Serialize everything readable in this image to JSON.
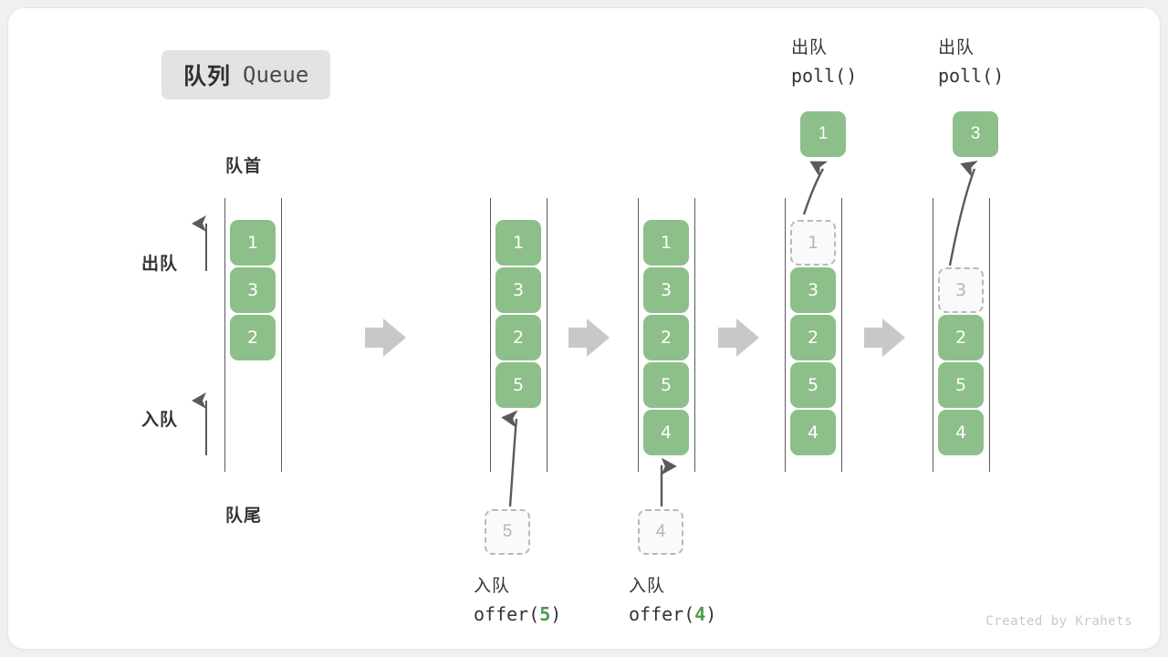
{
  "title": {
    "cn": "队列",
    "en": "Queue"
  },
  "labels": {
    "front": "队首",
    "rear": "队尾",
    "dequeue": "出队",
    "enqueue": "入队"
  },
  "colors": {
    "element_fill": "#8cbf8a",
    "element_text": "#ffffff",
    "ghost_border": "#b9b9b9",
    "ghost_text": "#b5b5b5",
    "rail": "#5a5a5a",
    "step_arrow": "#c8c8c8",
    "accent_arg": "#4f9a4f",
    "badge_bg": "#e3e3e3"
  },
  "stages": [
    {
      "id": "initial",
      "elements": [
        "1",
        "3",
        "2"
      ],
      "ghost_index": null,
      "side_labels": {
        "dequeue": "出队",
        "enqueue": "入队"
      },
      "caption_cn": "",
      "caption_op": "",
      "caption_arg": ""
    },
    {
      "id": "after-offer-5",
      "elements": [
        "1",
        "3",
        "2",
        "5"
      ],
      "ghost_index": null,
      "incoming_value": "5",
      "caption_cn": "入队",
      "caption_op": "offer(",
      "caption_arg": "5",
      "caption_op_close": ")"
    },
    {
      "id": "after-offer-4",
      "elements": [
        "1",
        "3",
        "2",
        "5",
        "4"
      ],
      "ghost_index": null,
      "incoming_value": "4",
      "caption_cn": "入队",
      "caption_op": "offer(",
      "caption_arg": "4",
      "caption_op_close": ")"
    },
    {
      "id": "after-poll-1",
      "elements": [
        "1",
        "3",
        "2",
        "5",
        "4"
      ],
      "ghost_index": 0,
      "popped_value": "1",
      "caption_cn": "出队",
      "caption_op": "poll(",
      "caption_arg": "",
      "caption_op_close": ")"
    },
    {
      "id": "after-poll-3",
      "elements": [
        "",
        "3",
        "2",
        "5",
        "4"
      ],
      "ghost_index": 1,
      "popped_value": "3",
      "caption_cn": "出队",
      "caption_op": "poll(",
      "caption_arg": "",
      "caption_op_close": ")"
    }
  ],
  "step_arrows": [
    {
      "from": "initial",
      "to": "after-offer-5"
    },
    {
      "from": "after-offer-5",
      "to": "after-offer-4"
    },
    {
      "from": "after-offer-4",
      "to": "after-poll-1"
    },
    {
      "from": "after-poll-1",
      "to": "after-poll-3"
    }
  ],
  "credit": "Created by Krahets"
}
